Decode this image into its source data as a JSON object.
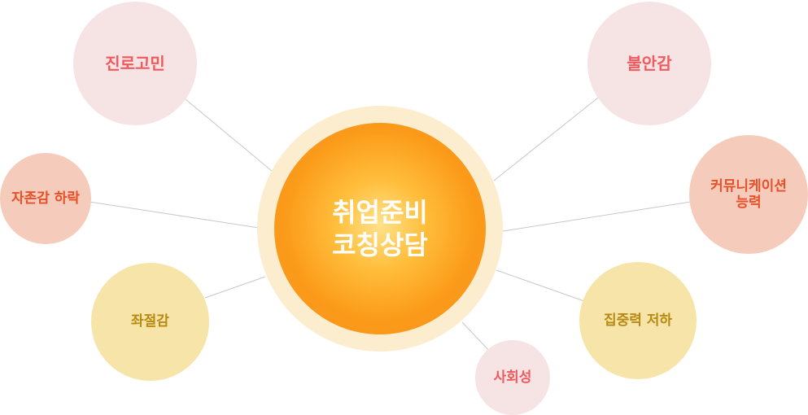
{
  "center": {
    "line1": "취업준비",
    "line2": "코칭상담"
  },
  "nodes": [
    {
      "label": "진로고민"
    },
    {
      "label": "불안감"
    },
    {
      "label": "자존감 하락"
    },
    {
      "line1": "커뮤니케이션",
      "line2": "능력"
    },
    {
      "label": "좌절감"
    },
    {
      "label": "집중력 저하"
    },
    {
      "label": "사회성"
    }
  ],
  "colors": {
    "pink_fill": "#f6e3e4",
    "pink_text": "#ef5a5f",
    "peach_fill": "#f5ccbb",
    "peach_text": "#e8502a",
    "yellow_fill": "#f6e4a8",
    "yellow_text": "#b88a12",
    "center_core": "#f7901a",
    "center_ring": "#fcedcf",
    "connector": "#c8c8c8"
  }
}
